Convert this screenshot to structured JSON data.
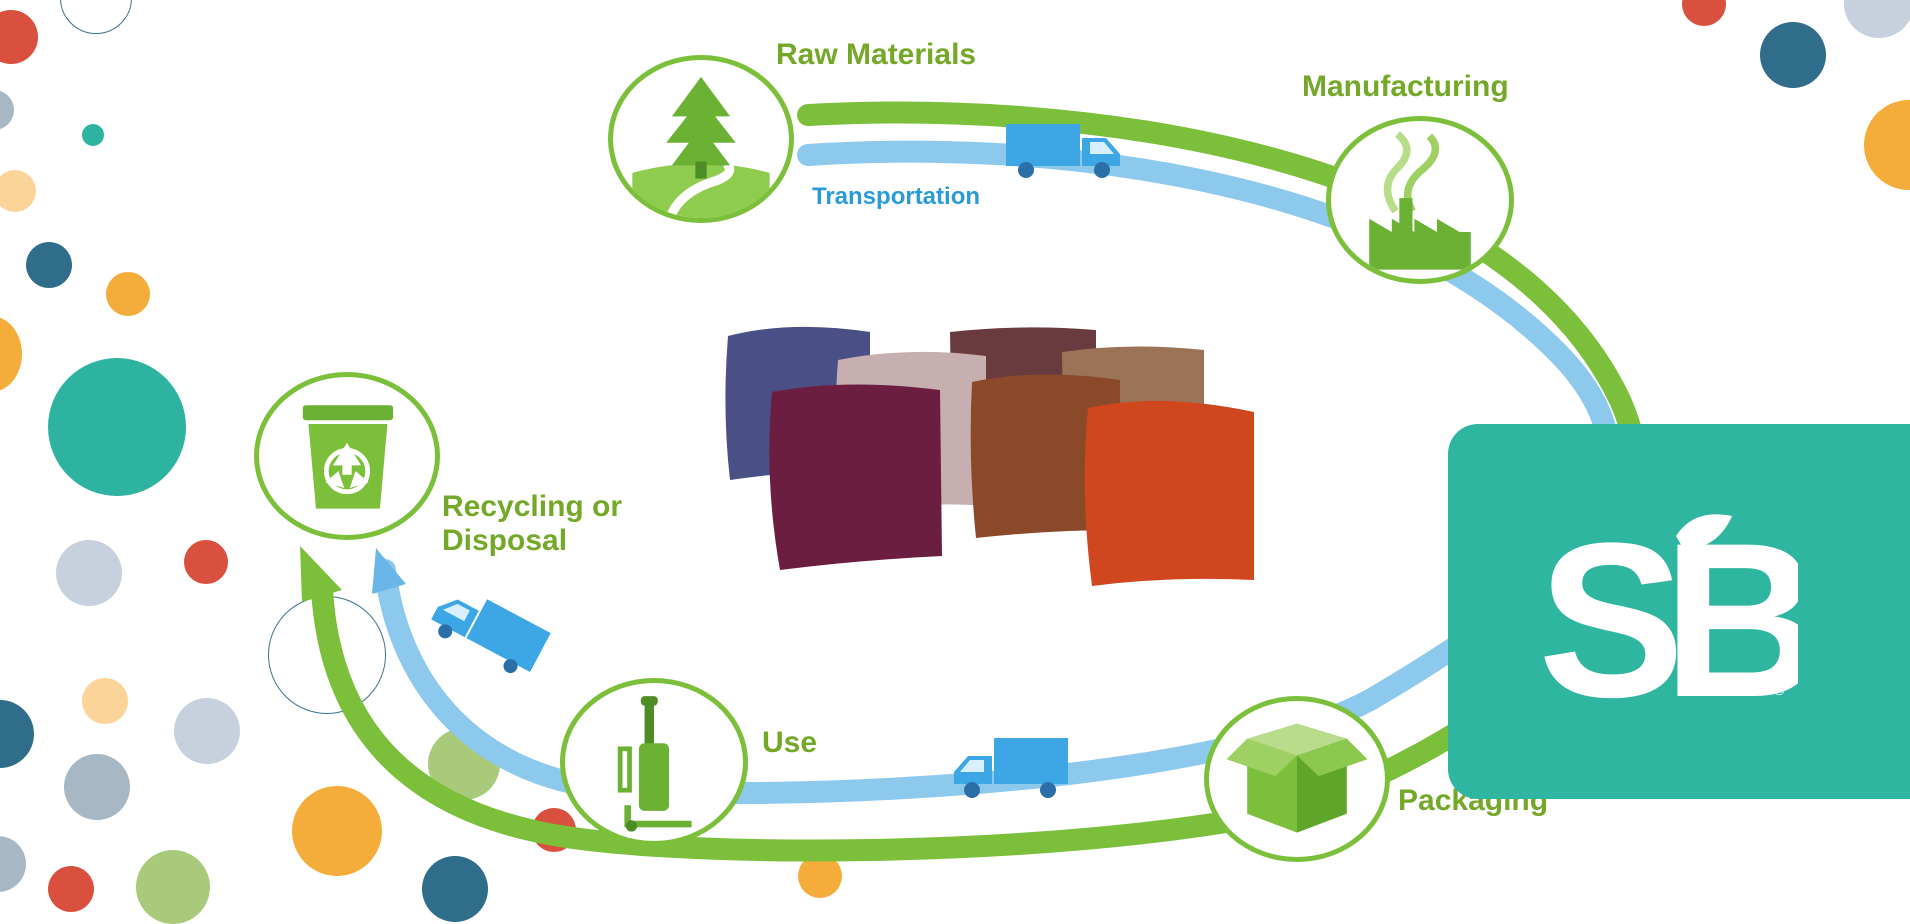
{
  "stages": {
    "raw_materials": "Raw Materials",
    "manufacturing": "Manufacturing",
    "packaging": "Packaging",
    "use": "Use",
    "recycling": [
      "Recycling or",
      "Disposal"
    ],
    "transportation": "Transportation"
  },
  "icons": {
    "raw_materials": "tree-icon",
    "manufacturing": "factory-icon",
    "packaging": "box-icon",
    "use": "vacuum-icon",
    "recycling": "recycle-bin-icon",
    "transport": "truck-icon",
    "brand": "sb-leaf-logo"
  },
  "brand": {
    "logo_text": "SB",
    "registered_mark": "®"
  },
  "colors": {
    "cycle_green": "#7bbf3a",
    "transport_blue": "#8cc9ec",
    "label_green": "#74a828",
    "label_blue": "#2b9ad8",
    "brand_teal": "#2fb6a0",
    "dot_red": "#d9503f",
    "dot_orange": "#f4ad3b",
    "dot_peach": "#fbd49a",
    "dot_navy": "#2f6d8a",
    "dot_teal": "#2db39f",
    "dot_grey": "#c7d1dd",
    "dot_slate": "#a8b7c4",
    "dot_lime": "#a9c97b"
  },
  "swatch_colors": [
    "#4a4f86",
    "#c7aeb0",
    "#6a3b3e",
    "#9b7458",
    "#6b1e40",
    "#8a4a2a",
    "#d0461e"
  ]
}
